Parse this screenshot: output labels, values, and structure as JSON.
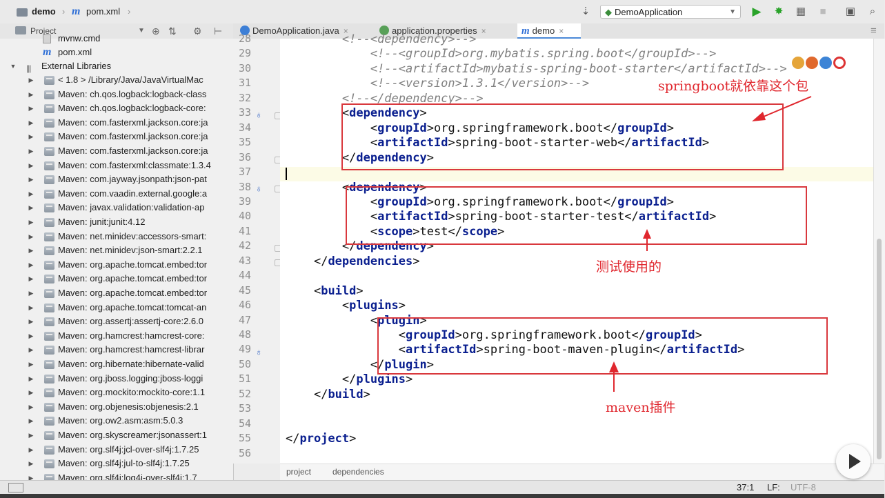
{
  "navbar": {
    "project": "demo",
    "file": "pom.xml",
    "run_config": "DemoApplication"
  },
  "project_panel": {
    "title": "Project",
    "items": [
      {
        "label": "mvnw.cmd",
        "kind": "file"
      },
      {
        "label": "pom.xml",
        "kind": "maven"
      },
      {
        "label": "External Libraries",
        "kind": "root"
      },
      {
        "label": "< 1.8 >  /Library/Java/JavaVirtualMac",
        "kind": "lib"
      },
      {
        "label": "Maven: ch.qos.logback:logback-class",
        "kind": "lib"
      },
      {
        "label": "Maven: ch.qos.logback:logback-core:",
        "kind": "lib"
      },
      {
        "label": "Maven: com.fasterxml.jackson.core:ja",
        "kind": "lib"
      },
      {
        "label": "Maven: com.fasterxml.jackson.core:ja",
        "kind": "lib"
      },
      {
        "label": "Maven: com.fasterxml.jackson.core:ja",
        "kind": "lib"
      },
      {
        "label": "Maven: com.fasterxml:classmate:1.3.4",
        "kind": "lib"
      },
      {
        "label": "Maven: com.jayway.jsonpath:json-pat",
        "kind": "lib"
      },
      {
        "label": "Maven: com.vaadin.external.google:a",
        "kind": "lib"
      },
      {
        "label": "Maven: javax.validation:validation-ap",
        "kind": "lib"
      },
      {
        "label": "Maven: junit:junit:4.12",
        "kind": "lib"
      },
      {
        "label": "Maven: net.minidev:accessors-smart:",
        "kind": "lib"
      },
      {
        "label": "Maven: net.minidev:json-smart:2.2.1",
        "kind": "lib"
      },
      {
        "label": "Maven: org.apache.tomcat.embed:tor",
        "kind": "lib"
      },
      {
        "label": "Maven: org.apache.tomcat.embed:tor",
        "kind": "lib"
      },
      {
        "label": "Maven: org.apache.tomcat.embed:tor",
        "kind": "lib"
      },
      {
        "label": "Maven: org.apache.tomcat:tomcat-an",
        "kind": "lib"
      },
      {
        "label": "Maven: org.assertj:assertj-core:2.6.0",
        "kind": "lib"
      },
      {
        "label": "Maven: org.hamcrest:hamcrest-core:",
        "kind": "lib"
      },
      {
        "label": "Maven: org.hamcrest:hamcrest-librar",
        "kind": "lib"
      },
      {
        "label": "Maven: org.hibernate:hibernate-valid",
        "kind": "lib"
      },
      {
        "label": "Maven: org.jboss.logging:jboss-loggi",
        "kind": "lib"
      },
      {
        "label": "Maven: org.mockito:mockito-core:1.1",
        "kind": "lib"
      },
      {
        "label": "Maven: org.objenesis:objenesis:2.1",
        "kind": "lib"
      },
      {
        "label": "Maven: org.ow2.asm:asm:5.0.3",
        "kind": "lib"
      },
      {
        "label": "Maven: org.skyscreamer:jsonassert:1",
        "kind": "lib"
      },
      {
        "label": "Maven: org.slf4j:jcl-over-slf4j:1.7.25",
        "kind": "lib"
      },
      {
        "label": "Maven: org.slf4j:jul-to-slf4j:1.7.25",
        "kind": "lib"
      },
      {
        "label": "Maven: org.slf4j:log4j-over-slf4j:1.7",
        "kind": "lib"
      }
    ]
  },
  "tabs": [
    {
      "label": "DemoApplication.java"
    },
    {
      "label": "application.properties"
    },
    {
      "label": "demo"
    }
  ],
  "editor": {
    "line_numbers": [
      "28",
      "29",
      "30",
      "31",
      "32",
      "33",
      "34",
      "35",
      "36",
      "37",
      "38",
      "39",
      "40",
      "41",
      "42",
      "43",
      "44",
      "45",
      "46",
      "47",
      "48",
      "49",
      "50",
      "51",
      "52",
      "53",
      "54",
      "55",
      "56"
    ],
    "lines": [
      {
        "indent": "        ",
        "parts": [
          {
            "t": "<!--<dependency>-->",
            "c": "cmt"
          }
        ]
      },
      {
        "indent": "            ",
        "parts": [
          {
            "t": "<!--<groupId>org.mybatis.spring.boot</groupId>-->",
            "c": "cmt"
          }
        ]
      },
      {
        "indent": "            ",
        "parts": [
          {
            "t": "<!--<artifactId>mybatis-spring-boot-starter</artifactId>-->",
            "c": "cmt"
          }
        ]
      },
      {
        "indent": "            ",
        "parts": [
          {
            "t": "<!--<version>1.3.1</version>-->",
            "c": "cmt"
          }
        ]
      },
      {
        "indent": "        ",
        "parts": [
          {
            "t": "<!--</dependency>-->",
            "c": "cmt"
          }
        ]
      },
      {
        "indent": "        ",
        "parts": [
          {
            "t": "<",
            "c": "txt"
          },
          {
            "t": "dependency",
            "c": "tag"
          },
          {
            "t": ">",
            "c": "txt"
          }
        ]
      },
      {
        "indent": "            ",
        "parts": [
          {
            "t": "<",
            "c": "txt"
          },
          {
            "t": "groupId",
            "c": "tag"
          },
          {
            "t": ">org.springframework.boot</",
            "c": "txt"
          },
          {
            "t": "groupId",
            "c": "tag"
          },
          {
            "t": ">",
            "c": "txt"
          }
        ]
      },
      {
        "indent": "            ",
        "parts": [
          {
            "t": "<",
            "c": "txt"
          },
          {
            "t": "artifactId",
            "c": "tag"
          },
          {
            "t": ">spring-boot-starter-web</",
            "c": "txt"
          },
          {
            "t": "artifactId",
            "c": "tag"
          },
          {
            "t": ">",
            "c": "txt"
          }
        ]
      },
      {
        "indent": "        ",
        "parts": [
          {
            "t": "</",
            "c": "txt"
          },
          {
            "t": "dependency",
            "c": "tag"
          },
          {
            "t": ">",
            "c": "txt"
          }
        ]
      },
      {
        "indent": "",
        "parts": []
      },
      {
        "indent": "        ",
        "parts": [
          {
            "t": "<",
            "c": "txt"
          },
          {
            "t": "dependency",
            "c": "tag"
          },
          {
            "t": ">",
            "c": "txt"
          }
        ]
      },
      {
        "indent": "            ",
        "parts": [
          {
            "t": "<",
            "c": "txt"
          },
          {
            "t": "groupId",
            "c": "tag"
          },
          {
            "t": ">org.springframework.boot</",
            "c": "txt"
          },
          {
            "t": "groupId",
            "c": "tag"
          },
          {
            "t": ">",
            "c": "txt"
          }
        ]
      },
      {
        "indent": "            ",
        "parts": [
          {
            "t": "<",
            "c": "txt"
          },
          {
            "t": "artifactId",
            "c": "tag"
          },
          {
            "t": ">spring-boot-starter-test</",
            "c": "txt"
          },
          {
            "t": "artifactId",
            "c": "tag"
          },
          {
            "t": ">",
            "c": "txt"
          }
        ]
      },
      {
        "indent": "            ",
        "parts": [
          {
            "t": "<",
            "c": "txt"
          },
          {
            "t": "scope",
            "c": "tag"
          },
          {
            "t": ">test</",
            "c": "txt"
          },
          {
            "t": "scope",
            "c": "tag"
          },
          {
            "t": ">",
            "c": "txt"
          }
        ]
      },
      {
        "indent": "        ",
        "parts": [
          {
            "t": "</",
            "c": "txt"
          },
          {
            "t": "dependency",
            "c": "tag"
          },
          {
            "t": ">",
            "c": "txt"
          }
        ]
      },
      {
        "indent": "    ",
        "parts": [
          {
            "t": "</",
            "c": "txt"
          },
          {
            "t": "dependencies",
            "c": "tag"
          },
          {
            "t": ">",
            "c": "txt"
          }
        ]
      },
      {
        "indent": "",
        "parts": []
      },
      {
        "indent": "    ",
        "parts": [
          {
            "t": "<",
            "c": "txt"
          },
          {
            "t": "build",
            "c": "tag"
          },
          {
            "t": ">",
            "c": "txt"
          }
        ]
      },
      {
        "indent": "        ",
        "parts": [
          {
            "t": "<",
            "c": "txt"
          },
          {
            "t": "plugins",
            "c": "tag"
          },
          {
            "t": ">",
            "c": "txt"
          }
        ]
      },
      {
        "indent": "            ",
        "parts": [
          {
            "t": "<",
            "c": "txt"
          },
          {
            "t": "plugin",
            "c": "tag"
          },
          {
            "t": ">",
            "c": "txt"
          }
        ]
      },
      {
        "indent": "                ",
        "parts": [
          {
            "t": "<",
            "c": "txt"
          },
          {
            "t": "groupId",
            "c": "tag"
          },
          {
            "t": ">org.springframework.boot</",
            "c": "txt"
          },
          {
            "t": "groupId",
            "c": "tag"
          },
          {
            "t": ">",
            "c": "txt"
          }
        ]
      },
      {
        "indent": "                ",
        "parts": [
          {
            "t": "<",
            "c": "txt"
          },
          {
            "t": "artifactId",
            "c": "tag"
          },
          {
            "t": ">spring-boot-maven-plugin</",
            "c": "txt"
          },
          {
            "t": "artifactId",
            "c": "tag"
          },
          {
            "t": ">",
            "c": "txt"
          }
        ]
      },
      {
        "indent": "            ",
        "parts": [
          {
            "t": "</",
            "c": "txt"
          },
          {
            "t": "plugin",
            "c": "tag"
          },
          {
            "t": ">",
            "c": "txt"
          }
        ]
      },
      {
        "indent": "        ",
        "parts": [
          {
            "t": "</",
            "c": "txt"
          },
          {
            "t": "plugins",
            "c": "tag"
          },
          {
            "t": ">",
            "c": "txt"
          }
        ]
      },
      {
        "indent": "    ",
        "parts": [
          {
            "t": "</",
            "c": "txt"
          },
          {
            "t": "build",
            "c": "tag"
          },
          {
            "t": ">",
            "c": "txt"
          }
        ]
      },
      {
        "indent": "",
        "parts": []
      },
      {
        "indent": "",
        "parts": []
      },
      {
        "indent": "",
        "parts": [
          {
            "t": "</",
            "c": "txt"
          },
          {
            "t": "project",
            "c": "tag"
          },
          {
            "t": ">",
            "c": "txt"
          }
        ]
      },
      {
        "indent": "",
        "parts": []
      }
    ]
  },
  "annotations": {
    "springboot_note": "springboot就依靠这个包",
    "test_note": "测试使用的",
    "maven_note": "maven插件"
  },
  "breadcrumb": [
    "project",
    "dependencies"
  ],
  "status": {
    "position": "37:1",
    "line_separator": "LF:",
    "encoding": "UTF-8"
  },
  "colors": {
    "annotation_red": "#d9383d",
    "xml_tag": "#0a1f8f",
    "comment": "#808080"
  }
}
